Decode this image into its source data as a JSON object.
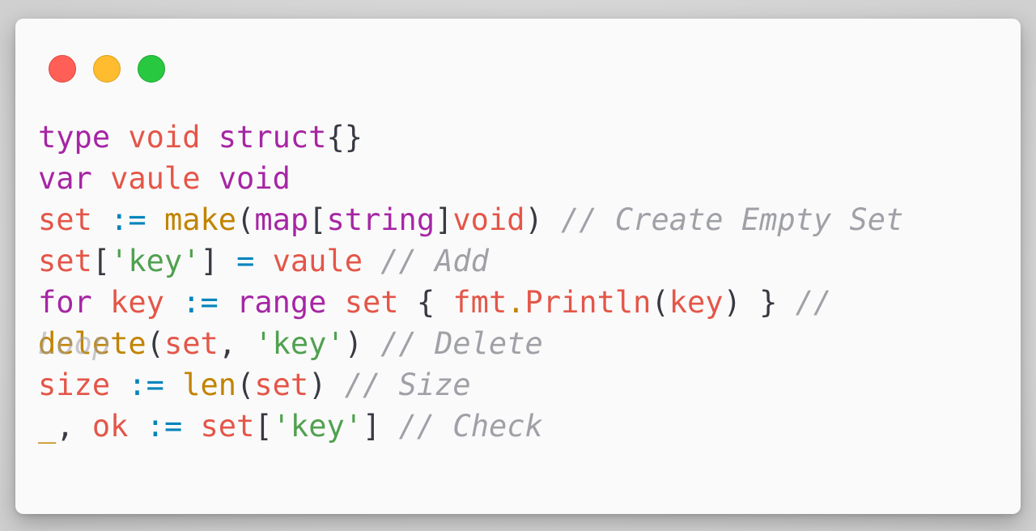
{
  "window": {
    "controls": [
      "close",
      "minimize",
      "maximize"
    ]
  },
  "colors": {
    "keyword": "#a626a4",
    "identifier": "#e45649",
    "builtin": "#c18401",
    "operator": "#0184bc",
    "string": "#50a14f",
    "comment": "#a0a1a7",
    "punctuation": "#383a42"
  },
  "code": {
    "line1": {
      "kw_type": "type",
      "name": "void",
      "kw_struct": "struct",
      "braces": "{}"
    },
    "line2": {
      "kw_var": "var",
      "name": "vaule",
      "type": "void"
    },
    "line3": {
      "ident": "set",
      "assign": ":=",
      "fn": "make",
      "p_open": "(",
      "kw_map": "map",
      "b_open": "[",
      "kw_string": "string",
      "b_close": "]",
      "type": "void",
      "p_close": ")",
      "comment": "// Create Empty Set"
    },
    "line4": {
      "ident": "set",
      "b_open": "[",
      "str": "'key'",
      "b_close": "]",
      "eq": "=",
      "value": "vaule",
      "comment": "// Add"
    },
    "line5": {
      "kw_for": "for",
      "key": "key",
      "assign": ":=",
      "kw_range": "range",
      "set": "set",
      "brace_open": "{",
      "pkg": "fmt",
      "dot": ".",
      "fn": "Println",
      "p_open": "(",
      "arg": "key",
      "p_close": ")",
      "brace_close": "}",
      "comment": "//"
    },
    "line6_overflow": {
      "comment_wrap": "Loop"
    },
    "line6": {
      "fn": "delete",
      "p_open": "(",
      "arg": "set",
      "comma": ",",
      "str": "'key'",
      "p_close": ")",
      "comment": "// Delete"
    },
    "line7": {
      "ident": "size",
      "assign": ":=",
      "fn": "len",
      "p_open": "(",
      "arg": "set",
      "p_close": ")",
      "comment": "// Size"
    },
    "line8": {
      "blank": "_",
      "comma": ",",
      "ok": "ok",
      "assign": ":=",
      "set": "set",
      "b_open": "[",
      "str": "'key'",
      "b_close": "]",
      "comment": "// Check"
    }
  }
}
